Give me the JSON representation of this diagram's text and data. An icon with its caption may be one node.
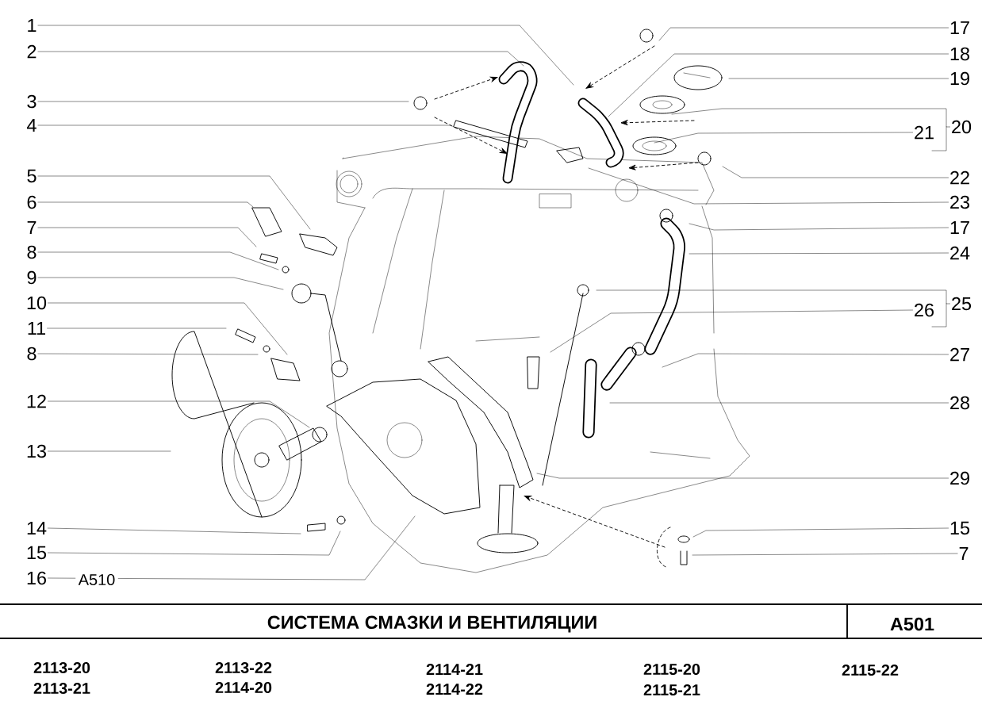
{
  "diagram": {
    "title": "СИСТЕМА   СМАЗКИ   И   ВЕНТИЛЯЦИИ",
    "nodes": [
      {
        "text": [
          "1"
        ]
      },
      {
        "text": [
          "2"
        ]
      },
      {
        "text": [
          "3"
        ]
      },
      {
        "text": [
          "4"
        ]
      },
      {
        "text": [
          "5"
        ]
      },
      {
        "text": [
          "6"
        ]
      },
      {
        "text": [
          "7"
        ]
      },
      {
        "text": [
          "8"
        ]
      },
      {
        "text": [
          "9"
        ]
      },
      {
        "text": [
          "10"
        ]
      },
      {
        "text": [
          "11"
        ]
      },
      {
        "text": [
          "8"
        ]
      },
      {
        "text": [
          "12"
        ]
      },
      {
        "text": [
          "13"
        ]
      },
      {
        "text": [
          "14"
        ]
      },
      {
        "text": [
          "15"
        ]
      },
      {
        "text": [
          "16"
        ]
      },
      {
        "text": [
          "17"
        ]
      },
      {
        "text": [
          "18"
        ]
      },
      {
        "text": [
          "19"
        ]
      },
      {
        "text": [
          "20"
        ]
      },
      {
        "text": [
          "21"
        ]
      },
      {
        "text": [
          "22"
        ]
      },
      {
        "text": [
          "23"
        ]
      },
      {
        "text": [
          "17"
        ]
      },
      {
        "text": [
          "24"
        ]
      },
      {
        "text": [
          "25"
        ]
      },
      {
        "text": [
          "26"
        ]
      },
      {
        "text": [
          "27"
        ]
      },
      {
        "text": [
          "28"
        ]
      },
      {
        "text": [
          "29"
        ]
      },
      {
        "text": [
          "15"
        ]
      },
      {
        "text": [
          "7"
        ]
      }
    ],
    "edges": [
      {
        "from": 0,
        "to": null,
        "arrow": "none"
      },
      {
        "from": 1,
        "to": null,
        "arrow": "none"
      },
      {
        "from": 2,
        "to": null,
        "arrow": "none"
      },
      {
        "from": 3,
        "to": null,
        "arrow": "none"
      },
      {
        "from": 4,
        "to": null,
        "arrow": "none"
      },
      {
        "from": 5,
        "to": null,
        "arrow": "none"
      },
      {
        "from": 6,
        "to": null,
        "arrow": "none"
      },
      {
        "from": 7,
        "to": null,
        "arrow": "none"
      },
      {
        "from": 8,
        "to": null,
        "arrow": "none"
      },
      {
        "from": 9,
        "to": null,
        "arrow": "none"
      },
      {
        "from": 10,
        "to": null,
        "arrow": "none"
      },
      {
        "from": 11,
        "to": null,
        "arrow": "none"
      },
      {
        "from": 12,
        "to": null,
        "arrow": "none"
      },
      {
        "from": 13,
        "to": null,
        "arrow": "none"
      },
      {
        "from": 14,
        "to": null,
        "arrow": "none"
      },
      {
        "from": 15,
        "to": null,
        "arrow": "none"
      },
      {
        "from": 16,
        "to": null,
        "arrow": "none",
        "label": "A510"
      },
      {
        "from": 17,
        "to": null,
        "arrow": "none"
      },
      {
        "from": 18,
        "to": null,
        "arrow": "none"
      },
      {
        "from": 19,
        "to": null,
        "arrow": "none"
      },
      {
        "from": 20,
        "to": null,
        "arrow": "none"
      },
      {
        "from": 21,
        "to": null,
        "arrow": "none"
      },
      {
        "from": 22,
        "to": null,
        "arrow": "none"
      },
      {
        "from": 23,
        "to": null,
        "arrow": "none"
      },
      {
        "from": 24,
        "to": null,
        "arrow": "none"
      },
      {
        "from": 25,
        "to": null,
        "arrow": "none"
      },
      {
        "from": 26,
        "to": null,
        "arrow": "none"
      },
      {
        "from": 27,
        "to": null,
        "arrow": "none"
      },
      {
        "from": 28,
        "to": null,
        "arrow": "none"
      },
      {
        "from": 29,
        "to": null,
        "arrow": "none"
      },
      {
        "from": 30,
        "to": null,
        "arrow": "none"
      },
      {
        "from": 31,
        "to": null,
        "arrow": "none"
      },
      {
        "from": 32,
        "to": null,
        "arrow": "none"
      }
    ],
    "labels": [
      "A501",
      "2113-20",
      "2113-22",
      "2114-21",
      "2115-20",
      "2115-22",
      "2113-21",
      "2114-20",
      "2114-22",
      "2115-21"
    ]
  }
}
